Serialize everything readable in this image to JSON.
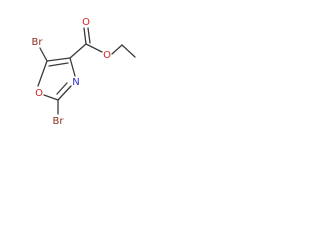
{
  "structure": {
    "atoms": {
      "br_top": {
        "symbol": "Br",
        "color": "#8b2e1f"
      },
      "br_bottom": {
        "symbol": "Br",
        "color": "#8b2e1f"
      },
      "ring_oxygen": {
        "symbol": "O",
        "color": "#d42020"
      },
      "ring_nitrogen": {
        "symbol": "N",
        "color": "#2a2ad4"
      },
      "carbonyl_oxygen": {
        "symbol": "O",
        "color": "#d42020"
      },
      "ester_oxygen": {
        "symbol": "O",
        "color": "#d42020"
      }
    },
    "bond_color": "#3a3a3a"
  }
}
